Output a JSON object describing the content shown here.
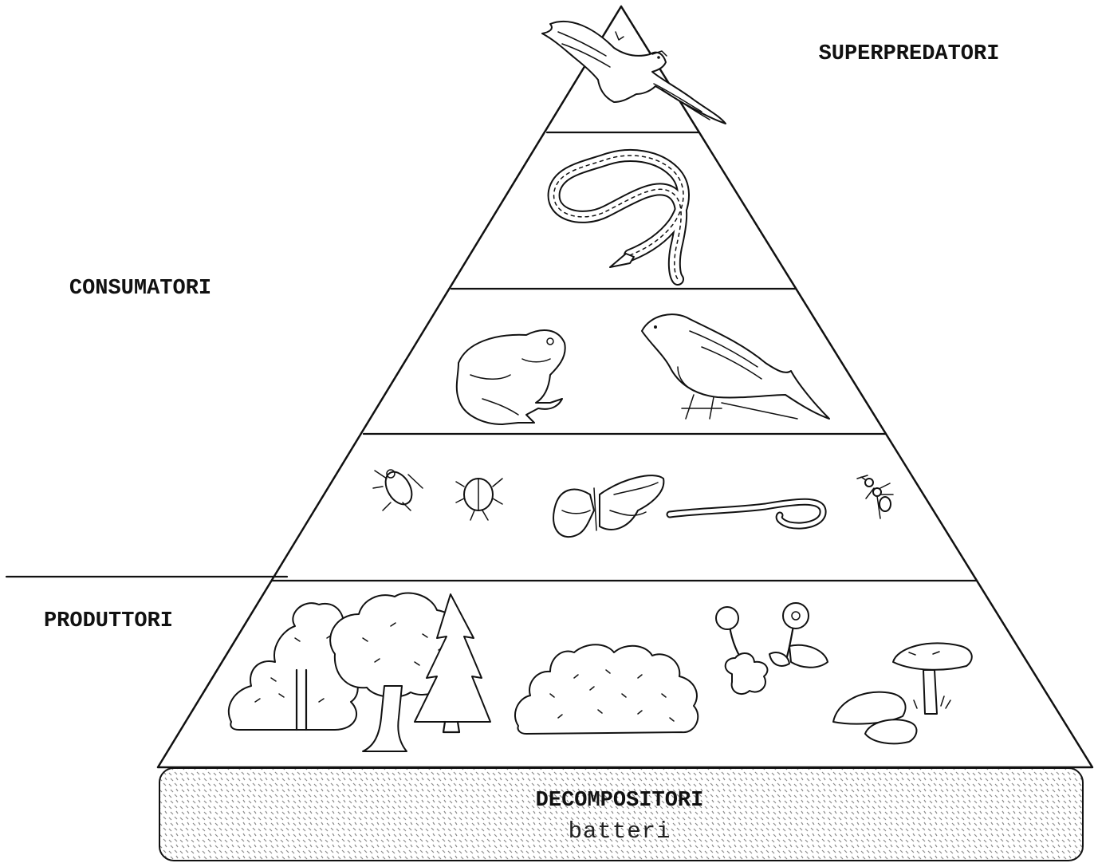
{
  "labels": {
    "top": "SUPERPREDATORI",
    "consumers": "CONSUMATORI",
    "producers": "PRODUTTORI",
    "decomposers": "DECOMPOSITORI",
    "decomposers_sub": "batteri"
  },
  "icons": {
    "level1": [
      "eagle-icon"
    ],
    "level2": [
      "snake-icon"
    ],
    "level3": [
      "frog-icon",
      "sparrow-icon"
    ],
    "level4": [
      "fly-icon",
      "beetle-icon",
      "butterfly-icon",
      "earthworm-icon",
      "ant-icon"
    ],
    "level5": [
      "deciduous-tree-icon",
      "oak-tree-icon",
      "fir-tree-icon",
      "bush-icon",
      "flowers-icon",
      "mushrooms-icon"
    ]
  },
  "colors": {
    "ink": "#111111",
    "background": "#ffffff",
    "decomposer_pattern": "#8a8a8a"
  }
}
